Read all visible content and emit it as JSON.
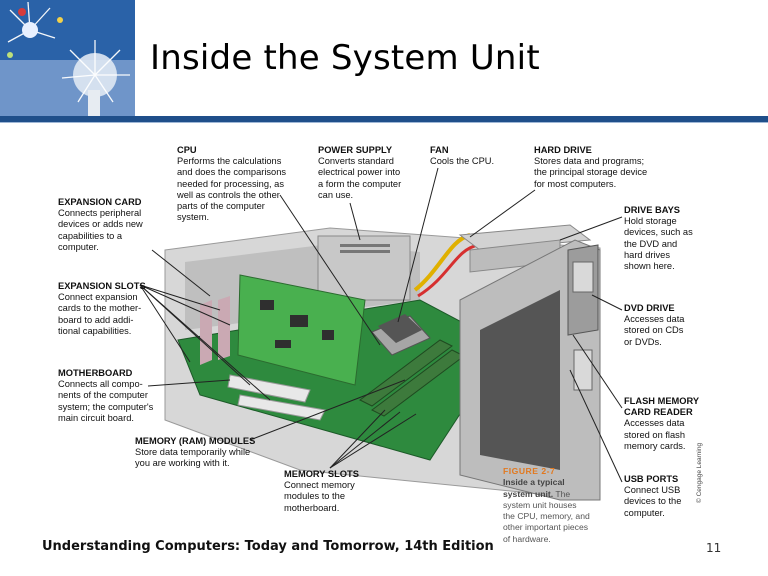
{
  "slide": {
    "title": "Inside the System Unit",
    "footer": "Understanding Computers: Today and Tomorrow, 14th Edition",
    "page_number": "11"
  },
  "colors": {
    "accent_bar": "#1f4f8a",
    "logo_bg": "#2a62a8",
    "figure_label": "#e2791f"
  },
  "labels": {
    "cpu": {
      "heading": "CPU",
      "text": "Performs the calculations\nand does the comparisons\nneeded for processing, as\nwell as controls the other\nparts of the computer\nsystem."
    },
    "power_supply": {
      "heading": "POWER SUPPLY",
      "text": "Converts standard\nelectrical power into\na form the computer\ncan use."
    },
    "fan": {
      "heading": "FAN",
      "text": "Cools the CPU."
    },
    "hard_drive": {
      "heading": "HARD DRIVE",
      "text": "Stores data and programs;\nthe principal storage device\nfor most computers."
    },
    "expansion_card": {
      "heading": "EXPANSION CARD",
      "text": "Connects peripheral\ndevices or adds new\ncapabilities to a\ncomputer."
    },
    "drive_bays": {
      "heading": "DRIVE BAYS",
      "text": "Hold storage\ndevices, such as\nthe DVD and\nhard drives\nshown here."
    },
    "expansion_slots": {
      "heading": "EXPANSION SLOTS",
      "text": "Connect expansion\ncards to the mother-\nboard to add addi-\ntional capabilities."
    },
    "dvd_drive": {
      "heading": "DVD DRIVE",
      "text": "Accesses data\nstored on CDs\nor DVDs."
    },
    "motherboard": {
      "heading": "MOTHERBOARD",
      "text": "Connects all compo-\nnents of the computer\nsystem; the computer's\nmain circuit board."
    },
    "flash_reader": {
      "heading": "FLASH MEMORY\nCARD READER",
      "text": "Accesses data\nstored on flash\nmemory cards."
    },
    "memory_modules": {
      "heading": "MEMORY (RAM) MODULES",
      "text": "Store data temporarily while\nyou are working with it."
    },
    "memory_slots": {
      "heading": "MEMORY SLOTS",
      "text": "Connect memory\nmodules to the\nmotherboard."
    },
    "usb_ports": {
      "heading": "USB PORTS",
      "text": "Connect USB\ndevices to the\ncomputer."
    }
  },
  "figure": {
    "number": "FIGURE 2-7",
    "subtitle": "Inside a typical\nsystem unit.",
    "description": " The\nsystem unit houses\nthe CPU, memory, and\nother important pieces\nof hardware.",
    "credit": "© Cengage Learning"
  }
}
